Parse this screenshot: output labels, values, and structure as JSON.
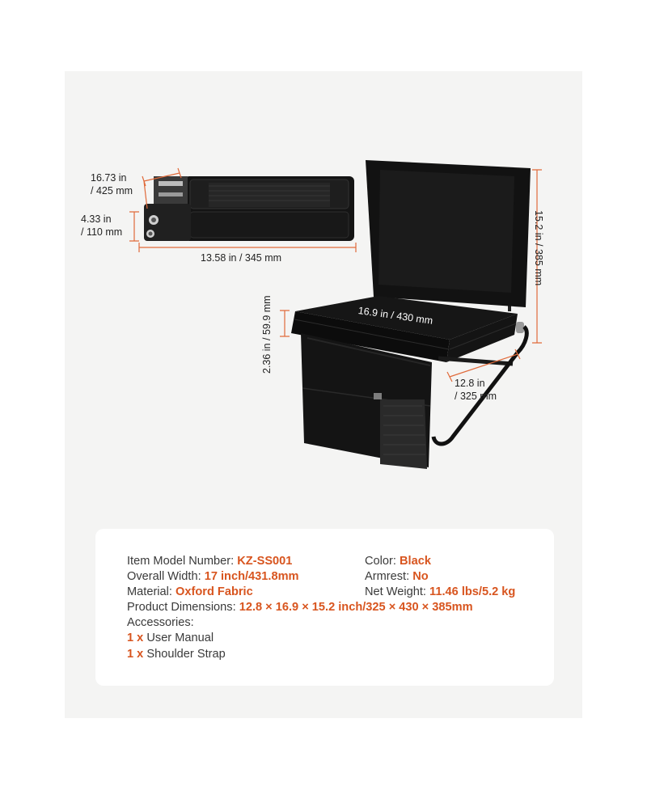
{
  "colors": {
    "panel_bg": "#f4f4f3",
    "accent": "#d8551f",
    "dimension_line": "#e06a3a",
    "product": "#111111"
  },
  "dimensions": {
    "folded_depth": "16.73 in\n/ 425 mm",
    "folded_height": "4.33 in\n/ 110 mm",
    "folded_length": "13.58 in / 345 mm",
    "back_height": "15.2 in / 385 mm",
    "seat_width": "16.9 in / 430 mm",
    "seat_thickness": "2.36 in / 59.9 mm",
    "seat_depth": "12.8 in\n/ 325 mm"
  },
  "specs": {
    "model_label": "Item Model Number:",
    "model_value": "KZ-SS001",
    "width_label": "Overall Width:",
    "width_value": "17 inch/431.8mm",
    "material_label": "Material:",
    "material_value": "Oxford Fabric",
    "dimensions_label": "Product Dimensions:",
    "dimensions_value": "12.8 × 16.9 × 15.2 inch/325 × 430 × 385mm",
    "color_label": "Color:",
    "color_value": "Black",
    "armrest_label": "Armrest:",
    "armrest_value": "No",
    "weight_label": "Net Weight:",
    "weight_value": "11.46 lbs/5.2 kg",
    "accessories_label": "Accessories:",
    "accessories": [
      {
        "qty": "1 x",
        "name": "User Manual"
      },
      {
        "qty": "1 x",
        "name": "Shoulder Strap"
      }
    ]
  }
}
